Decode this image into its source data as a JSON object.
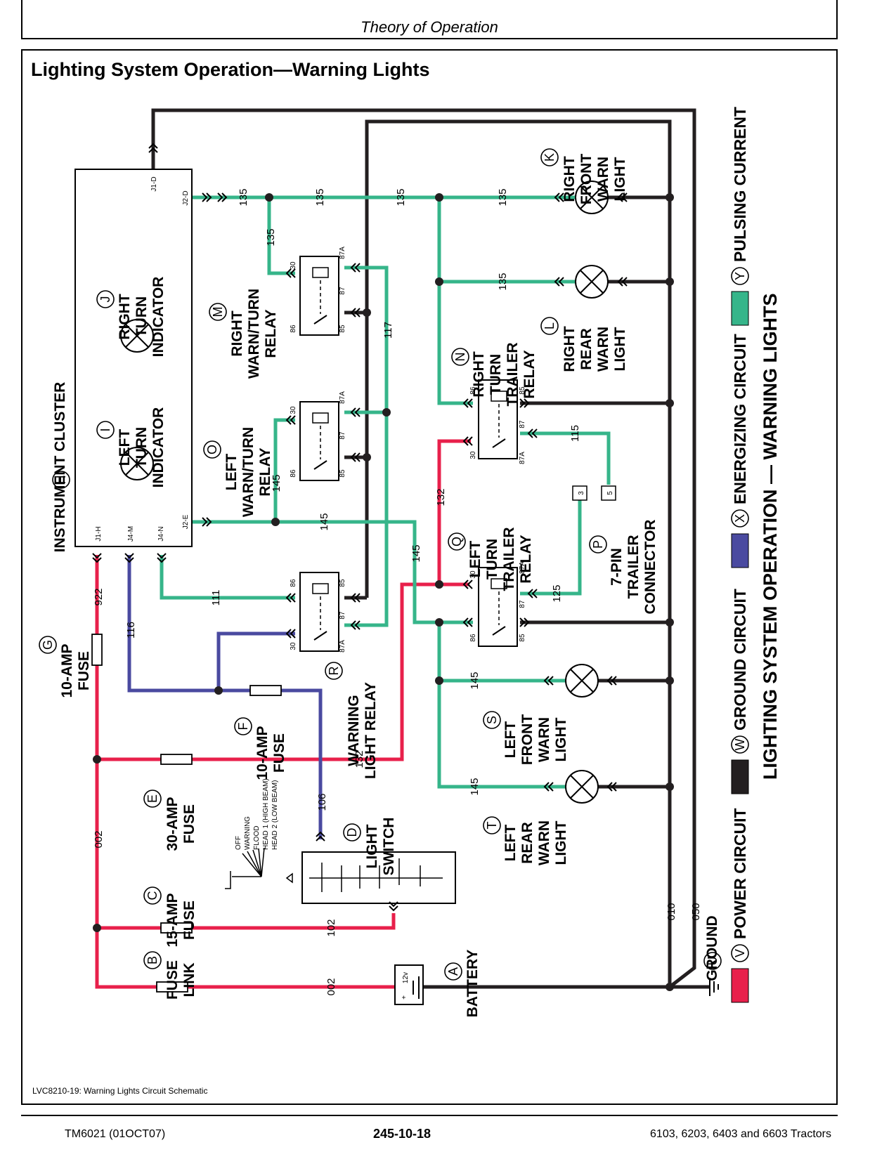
{
  "header": {
    "section": "Theory of Operation"
  },
  "title": "Lighting System Operation—Warning Lights",
  "caption": "LVC8210-19: Warning Lights Circuit Schematic",
  "footer": {
    "left": "TM6021 (01OCT07)",
    "center": "245-10-18",
    "right": "6103, 6203, 6403 and 6603 Tractors"
  },
  "colors": {
    "power": "#e8204b",
    "energizing": "#4a4aa0",
    "ground": "#231f20",
    "pulsing": "#36b58a"
  },
  "components": {
    "A": {
      "letter": "A",
      "lines": [
        "BATTERY"
      ],
      "marking": "12v"
    },
    "B": {
      "letter": "B",
      "lines": [
        "FUSE",
        "LINK"
      ]
    },
    "C": {
      "letter": "C",
      "lines": [
        "15-AMP",
        "FUSE"
      ]
    },
    "D": {
      "letter": "D",
      "lines": [
        "LIGHT",
        "SWITCH"
      ]
    },
    "E": {
      "letter": "E",
      "lines": [
        "30-AMP",
        "FUSE"
      ]
    },
    "F": {
      "letter": "F",
      "lines": [
        "10-AMP",
        "FUSE"
      ]
    },
    "G": {
      "letter": "G",
      "lines": [
        "10-AMP",
        "FUSE"
      ]
    },
    "H": {
      "letter": "H",
      "lines": [
        "INSTRUMENT CLUSTER"
      ]
    },
    "I": {
      "letter": "I",
      "lines": [
        "LEFT",
        "TURN",
        "INDICATOR"
      ]
    },
    "J": {
      "letter": "J",
      "lines": [
        "RIGHT",
        "TURN",
        "INDICATOR"
      ]
    },
    "K": {
      "letter": "K",
      "lines": [
        "RIGHT",
        "FRONT",
        "WARN",
        "LIGHT"
      ]
    },
    "L": {
      "letter": "L",
      "lines": [
        "RIGHT",
        "REAR",
        "WARN",
        "LIGHT"
      ]
    },
    "M": {
      "letter": "M",
      "lines": [
        "RIGHT",
        "WARN/TURN",
        "RELAY"
      ]
    },
    "N": {
      "letter": "N",
      "lines": [
        "RIGHT",
        "TURN",
        "TRAILER",
        "RELAY"
      ]
    },
    "O": {
      "letter": "O",
      "lines": [
        "LEFT",
        "WARN/TURN",
        "RELAY"
      ]
    },
    "P": {
      "letter": "P",
      "lines": [
        "7-PIN",
        "TRAILER",
        "CONNECTOR"
      ]
    },
    "Q": {
      "letter": "Q",
      "lines": [
        "LEFT",
        "TURN",
        "TRAILER",
        "RELAY"
      ]
    },
    "R": {
      "letter": "R",
      "lines": [
        "WARNING",
        "LIGHT RELAY"
      ]
    },
    "S": {
      "letter": "S",
      "lines": [
        "LEFT",
        "FRONT",
        "WARN",
        "LIGHT"
      ]
    },
    "T": {
      "letter": "T",
      "lines": [
        "LEFT",
        "REAR",
        "WARN",
        "LIGHT"
      ]
    },
    "U": {
      "letter": "U",
      "lines": [
        "GROUND"
      ]
    }
  },
  "connectors": [
    "J1-D",
    "J2-D",
    "J2-E",
    "J1-H",
    "J4-M",
    "J4-N"
  ],
  "relay_pins": [
    "30",
    "87A",
    "87",
    "86",
    "85"
  ],
  "trailer_pins": [
    "3",
    "5"
  ],
  "switch_positions": [
    "OFF",
    "WARNING",
    "FLOOD",
    "HEAD 1 (HIGH BEAM)",
    "HEAD 2 (LOW BEAM)"
  ],
  "legend": {
    "title": "LIGHTING SYSTEM OPERATION — WARNING LIGHTS",
    "items": [
      {
        "letter": "V",
        "label": "POWER CIRCUIT",
        "color": "#e8204b"
      },
      {
        "letter": "W",
        "label": "GROUND CIRCUIT",
        "color": "#231f20"
      },
      {
        "letter": "X",
        "label": "ENERGIZING CIRCUIT",
        "color": "#4a4aa0"
      },
      {
        "letter": "Y",
        "label": "PULSING CURRENT",
        "color": "#36b58a"
      }
    ]
  },
  "wire_numbers": [
    "002",
    "102",
    "132",
    "922",
    "116",
    "106",
    "111",
    "117",
    "135",
    "145",
    "115",
    "125",
    "010",
    "050"
  ]
}
